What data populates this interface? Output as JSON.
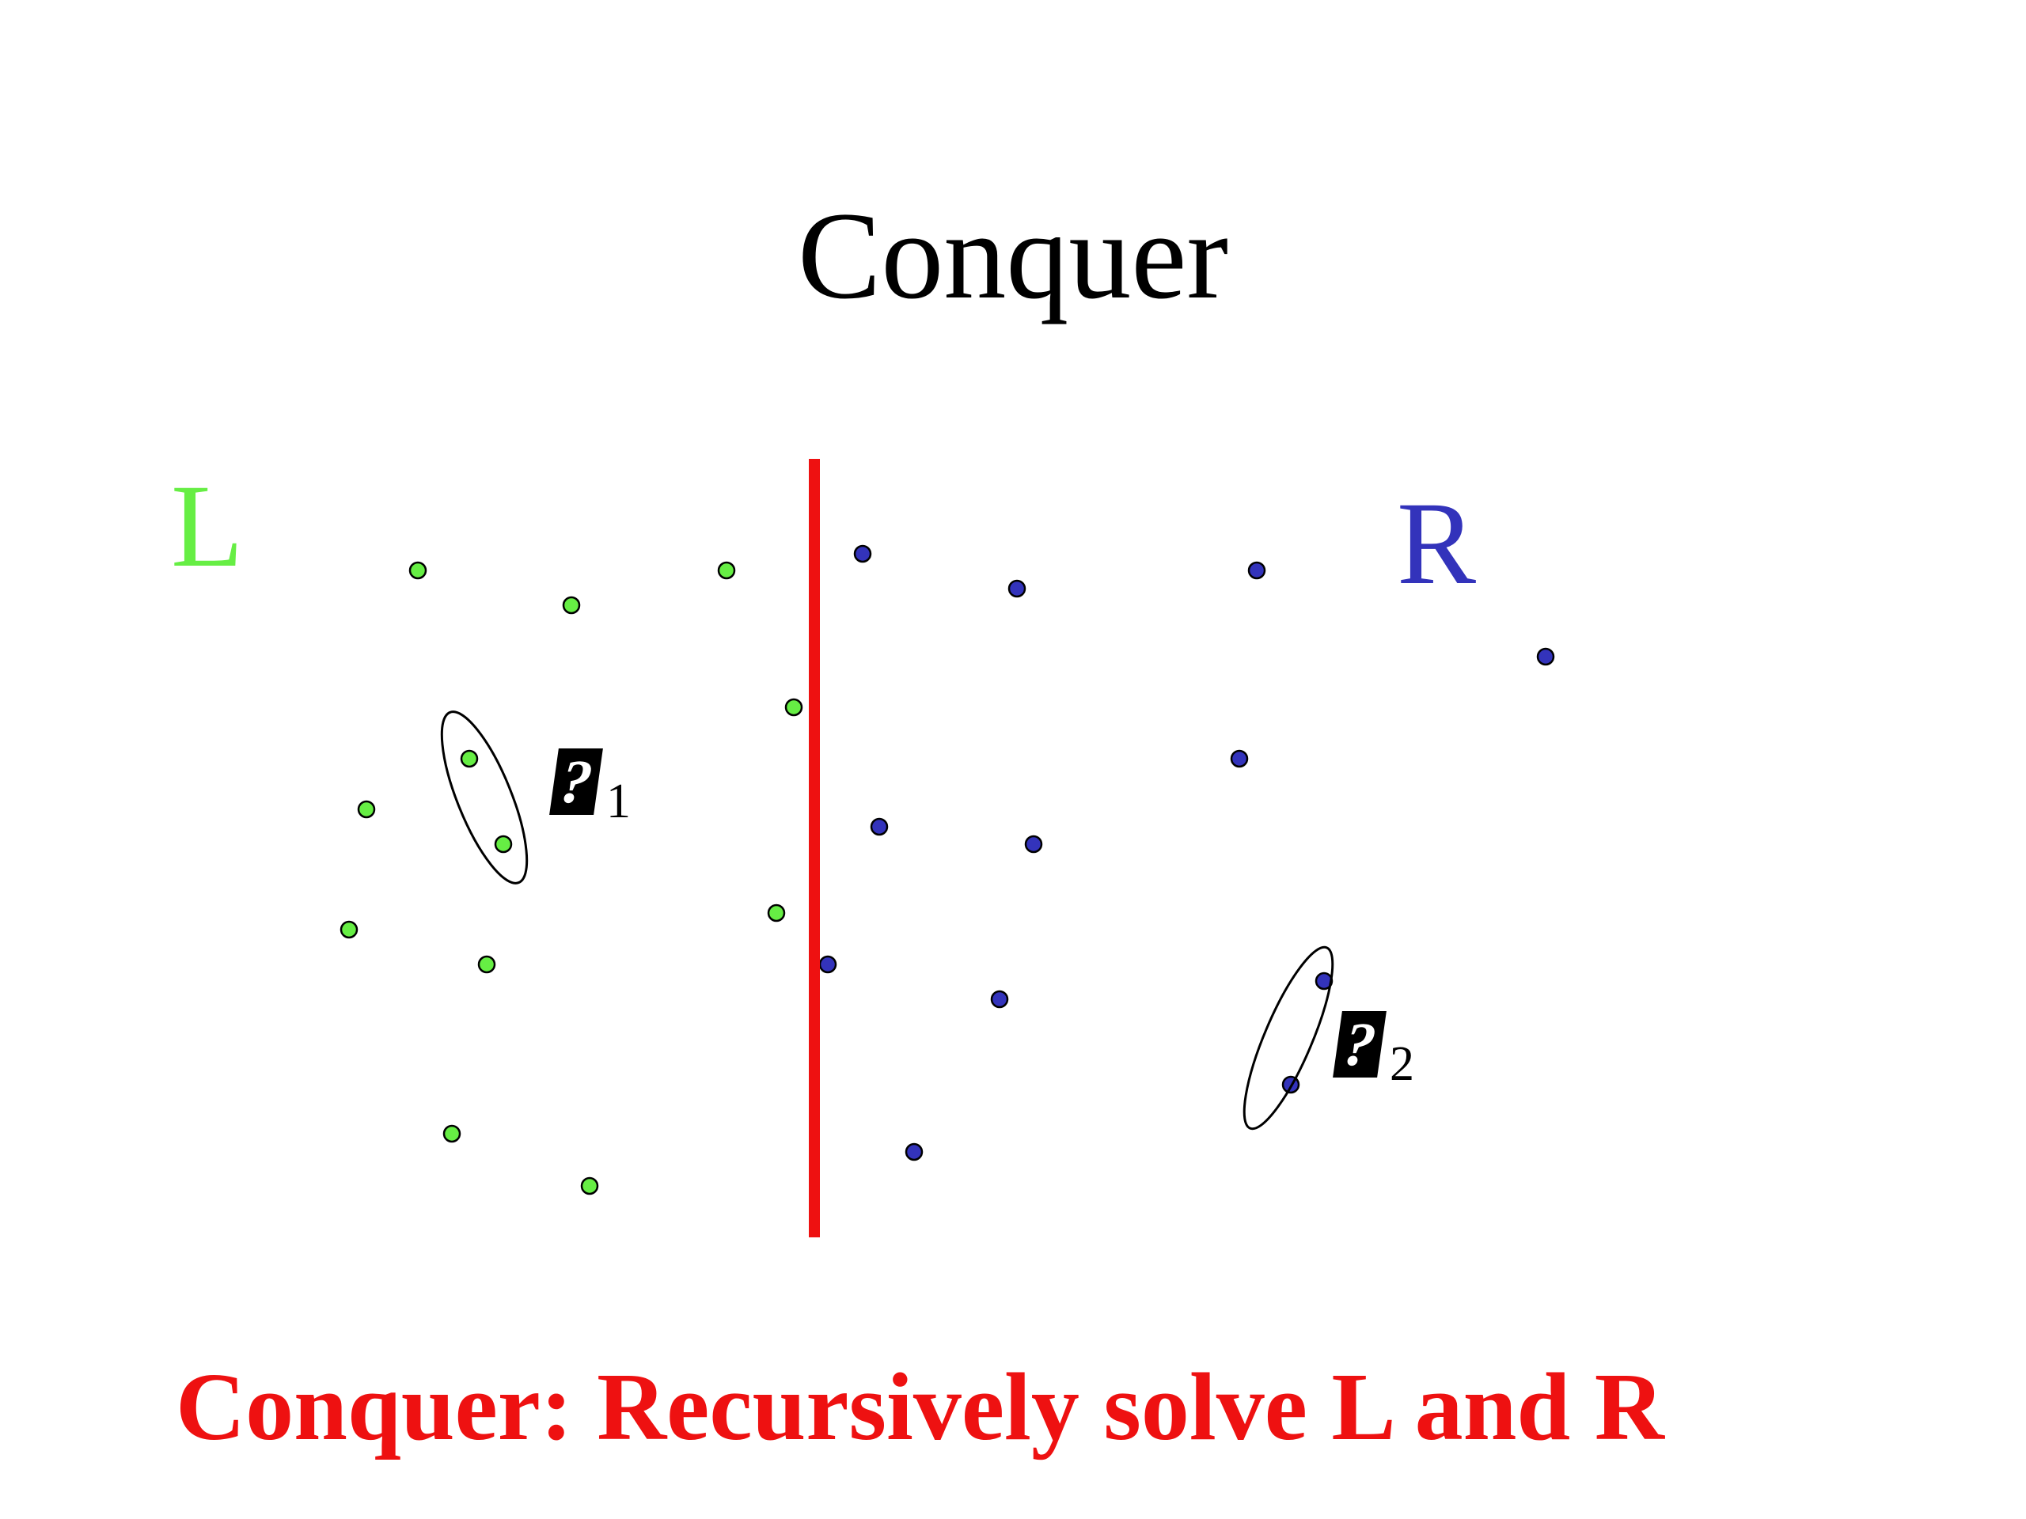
{
  "slide": {
    "title": "Conquer",
    "left_label": "L",
    "right_label": "R",
    "caption": "Conquer: Recursively solve L and R",
    "delta_symbol": "?",
    "delta_1_sub": "1",
    "delta_2_sub": "2"
  },
  "colors": {
    "left_points": "#66ee44",
    "right_points": "#3333bb",
    "divider": "#ee1111",
    "caption": "#ee1111",
    "text": "#000000"
  },
  "icons": {
    "delta_1": "delta-symbol-icon",
    "delta_2": "delta-symbol-icon"
  }
}
